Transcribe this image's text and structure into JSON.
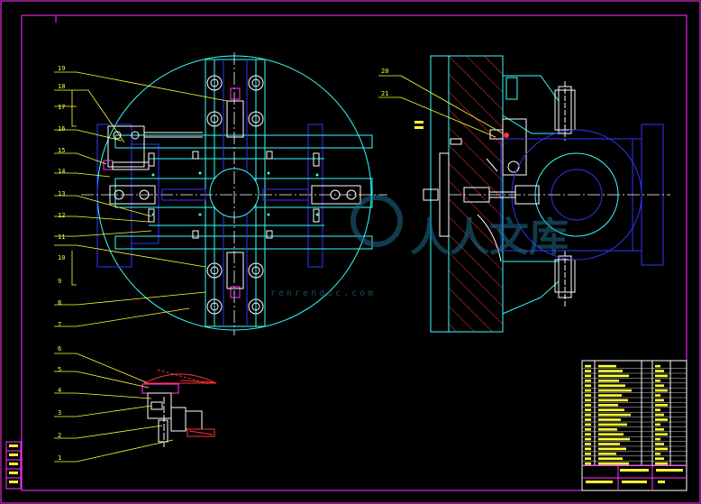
{
  "drawing": {
    "background": "#000000",
    "frame_color": "#ff33ff",
    "line_color": "#33ffff",
    "structure_color": "#3333ff",
    "label_color": "#ffff33",
    "section_color": "#ff3333"
  },
  "callouts_left": [
    "19",
    "18",
    "17",
    "16",
    "15",
    "14",
    "13",
    "12",
    "11",
    "10",
    "9",
    "8",
    "7"
  ],
  "callouts_bottom": [
    "6",
    "5",
    "4",
    "3",
    "2",
    "1"
  ],
  "callouts_right": [
    "20",
    "21"
  ],
  "watermark": {
    "text": "人人文库",
    "url": "renrendoc.com"
  }
}
